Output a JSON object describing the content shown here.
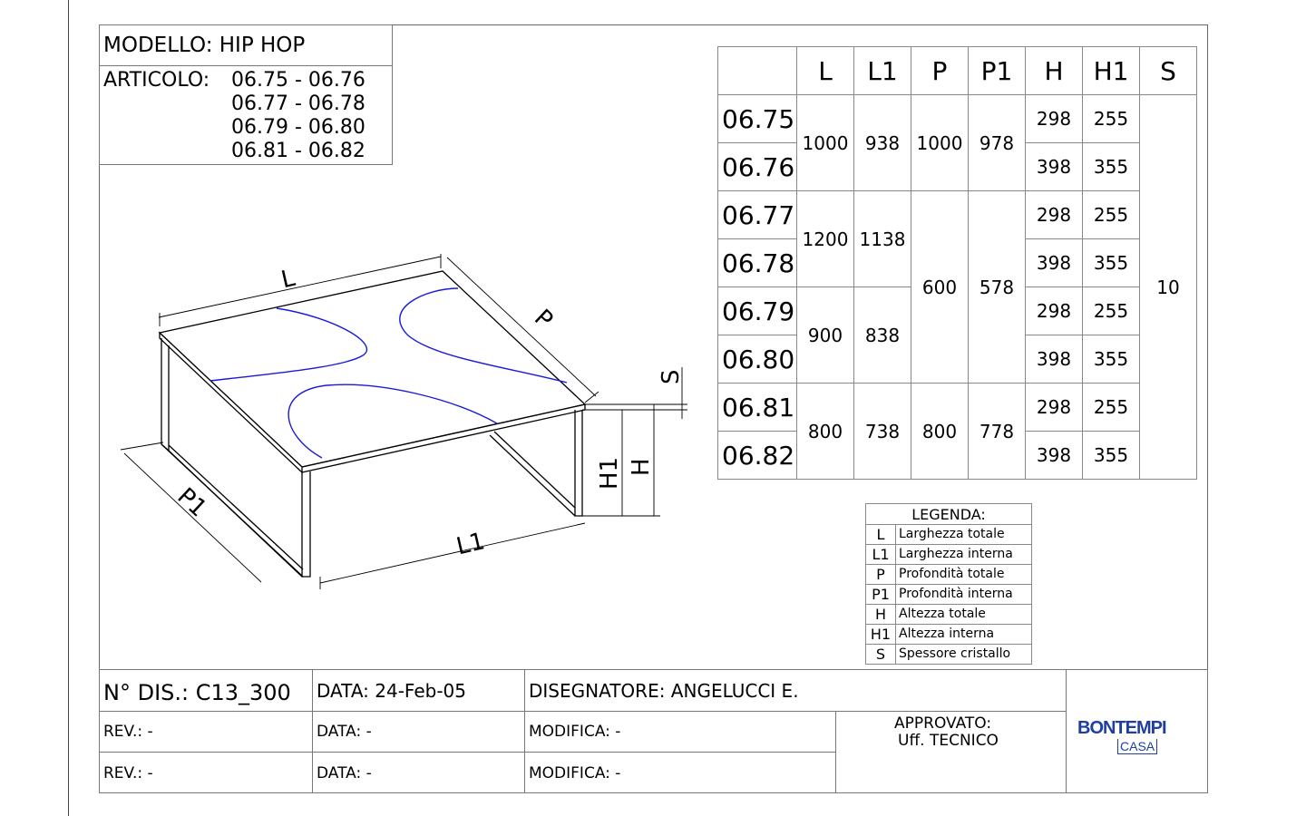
{
  "header": {
    "modello": "MODELLO: HIP HOP",
    "articolo_label": "ARTICOLO:",
    "articolo_lines": [
      "06.75 - 06.76",
      "06.77 - 06.78",
      "06.79 - 06.80",
      "06.81 - 06.82"
    ]
  },
  "drawing": {
    "labels": {
      "L": "L",
      "P": "P",
      "S": "S",
      "H1": "H1",
      "H": "H",
      "P1": "P1",
      "L1": "L1"
    },
    "colors": {
      "line": "#000000",
      "pattern": "#1a1adc"
    }
  },
  "dimensions": {
    "columns": [
      "L",
      "L1",
      "P",
      "P1",
      "H",
      "H1",
      "S"
    ],
    "codes": [
      "06.75",
      "06.76",
      "06.77",
      "06.78",
      "06.79",
      "06.80",
      "06.81",
      "06.82"
    ],
    "L": [
      "1000",
      "1200",
      "900",
      "800"
    ],
    "L1": [
      "938",
      "1138",
      "838",
      "738"
    ],
    "P": [
      "1000",
      "600",
      "800"
    ],
    "P1": [
      "978",
      "578",
      "778"
    ],
    "H": [
      "298",
      "398",
      "298",
      "398",
      "298",
      "398",
      "298",
      "398"
    ],
    "H1": [
      "255",
      "355",
      "255",
      "355",
      "255",
      "355",
      "255",
      "355"
    ],
    "S": "10"
  },
  "legend": {
    "title": "LEGENDA:",
    "items": [
      {
        "sym": "L",
        "desc": "Larghezza totale"
      },
      {
        "sym": "L1",
        "desc": "Larghezza interna"
      },
      {
        "sym": "P",
        "desc": "Profondità totale"
      },
      {
        "sym": "P1",
        "desc": "Profondità interna"
      },
      {
        "sym": "H",
        "desc": "Altezza totale"
      },
      {
        "sym": "H1",
        "desc": "Altezza interna"
      },
      {
        "sym": "S",
        "desc": "Spessore cristallo"
      }
    ]
  },
  "title_block": {
    "num_dis": "N° DIS.: C13_300",
    "data": "DATA: 24-Feb-05",
    "disegnatore": "DISEGNATORE: ANGELUCCI E.",
    "rev1": "REV.: -",
    "data1": "DATA: -",
    "modifica1": "MODIFICA: -",
    "rev2": "REV.: -",
    "data2": "DATA: -",
    "modifica2": "MODIFICA: -",
    "approvato": "APPROVATO:",
    "uff": "Uff. TECNICO",
    "logo_main": "BONTEMPI",
    "logo_sub": "CASA",
    "logo_color": "#1e3fa0"
  }
}
